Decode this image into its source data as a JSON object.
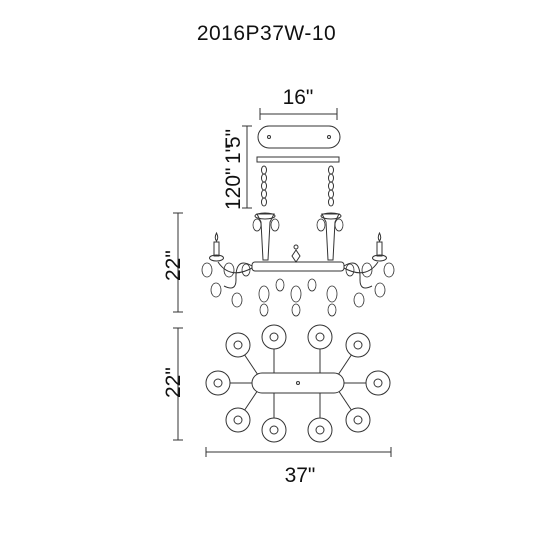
{
  "model": "2016P37W-10",
  "dimensions": {
    "canopy_width": "16\"",
    "chain_length": "120\"",
    "canopy_height": "1\"",
    "canopy_depth": "5\"",
    "body_height": "22\"",
    "top_view_depth": "22\"",
    "overall_width": "37\""
  },
  "colors": {
    "line": "#333333",
    "dim_line": "#555555"
  }
}
